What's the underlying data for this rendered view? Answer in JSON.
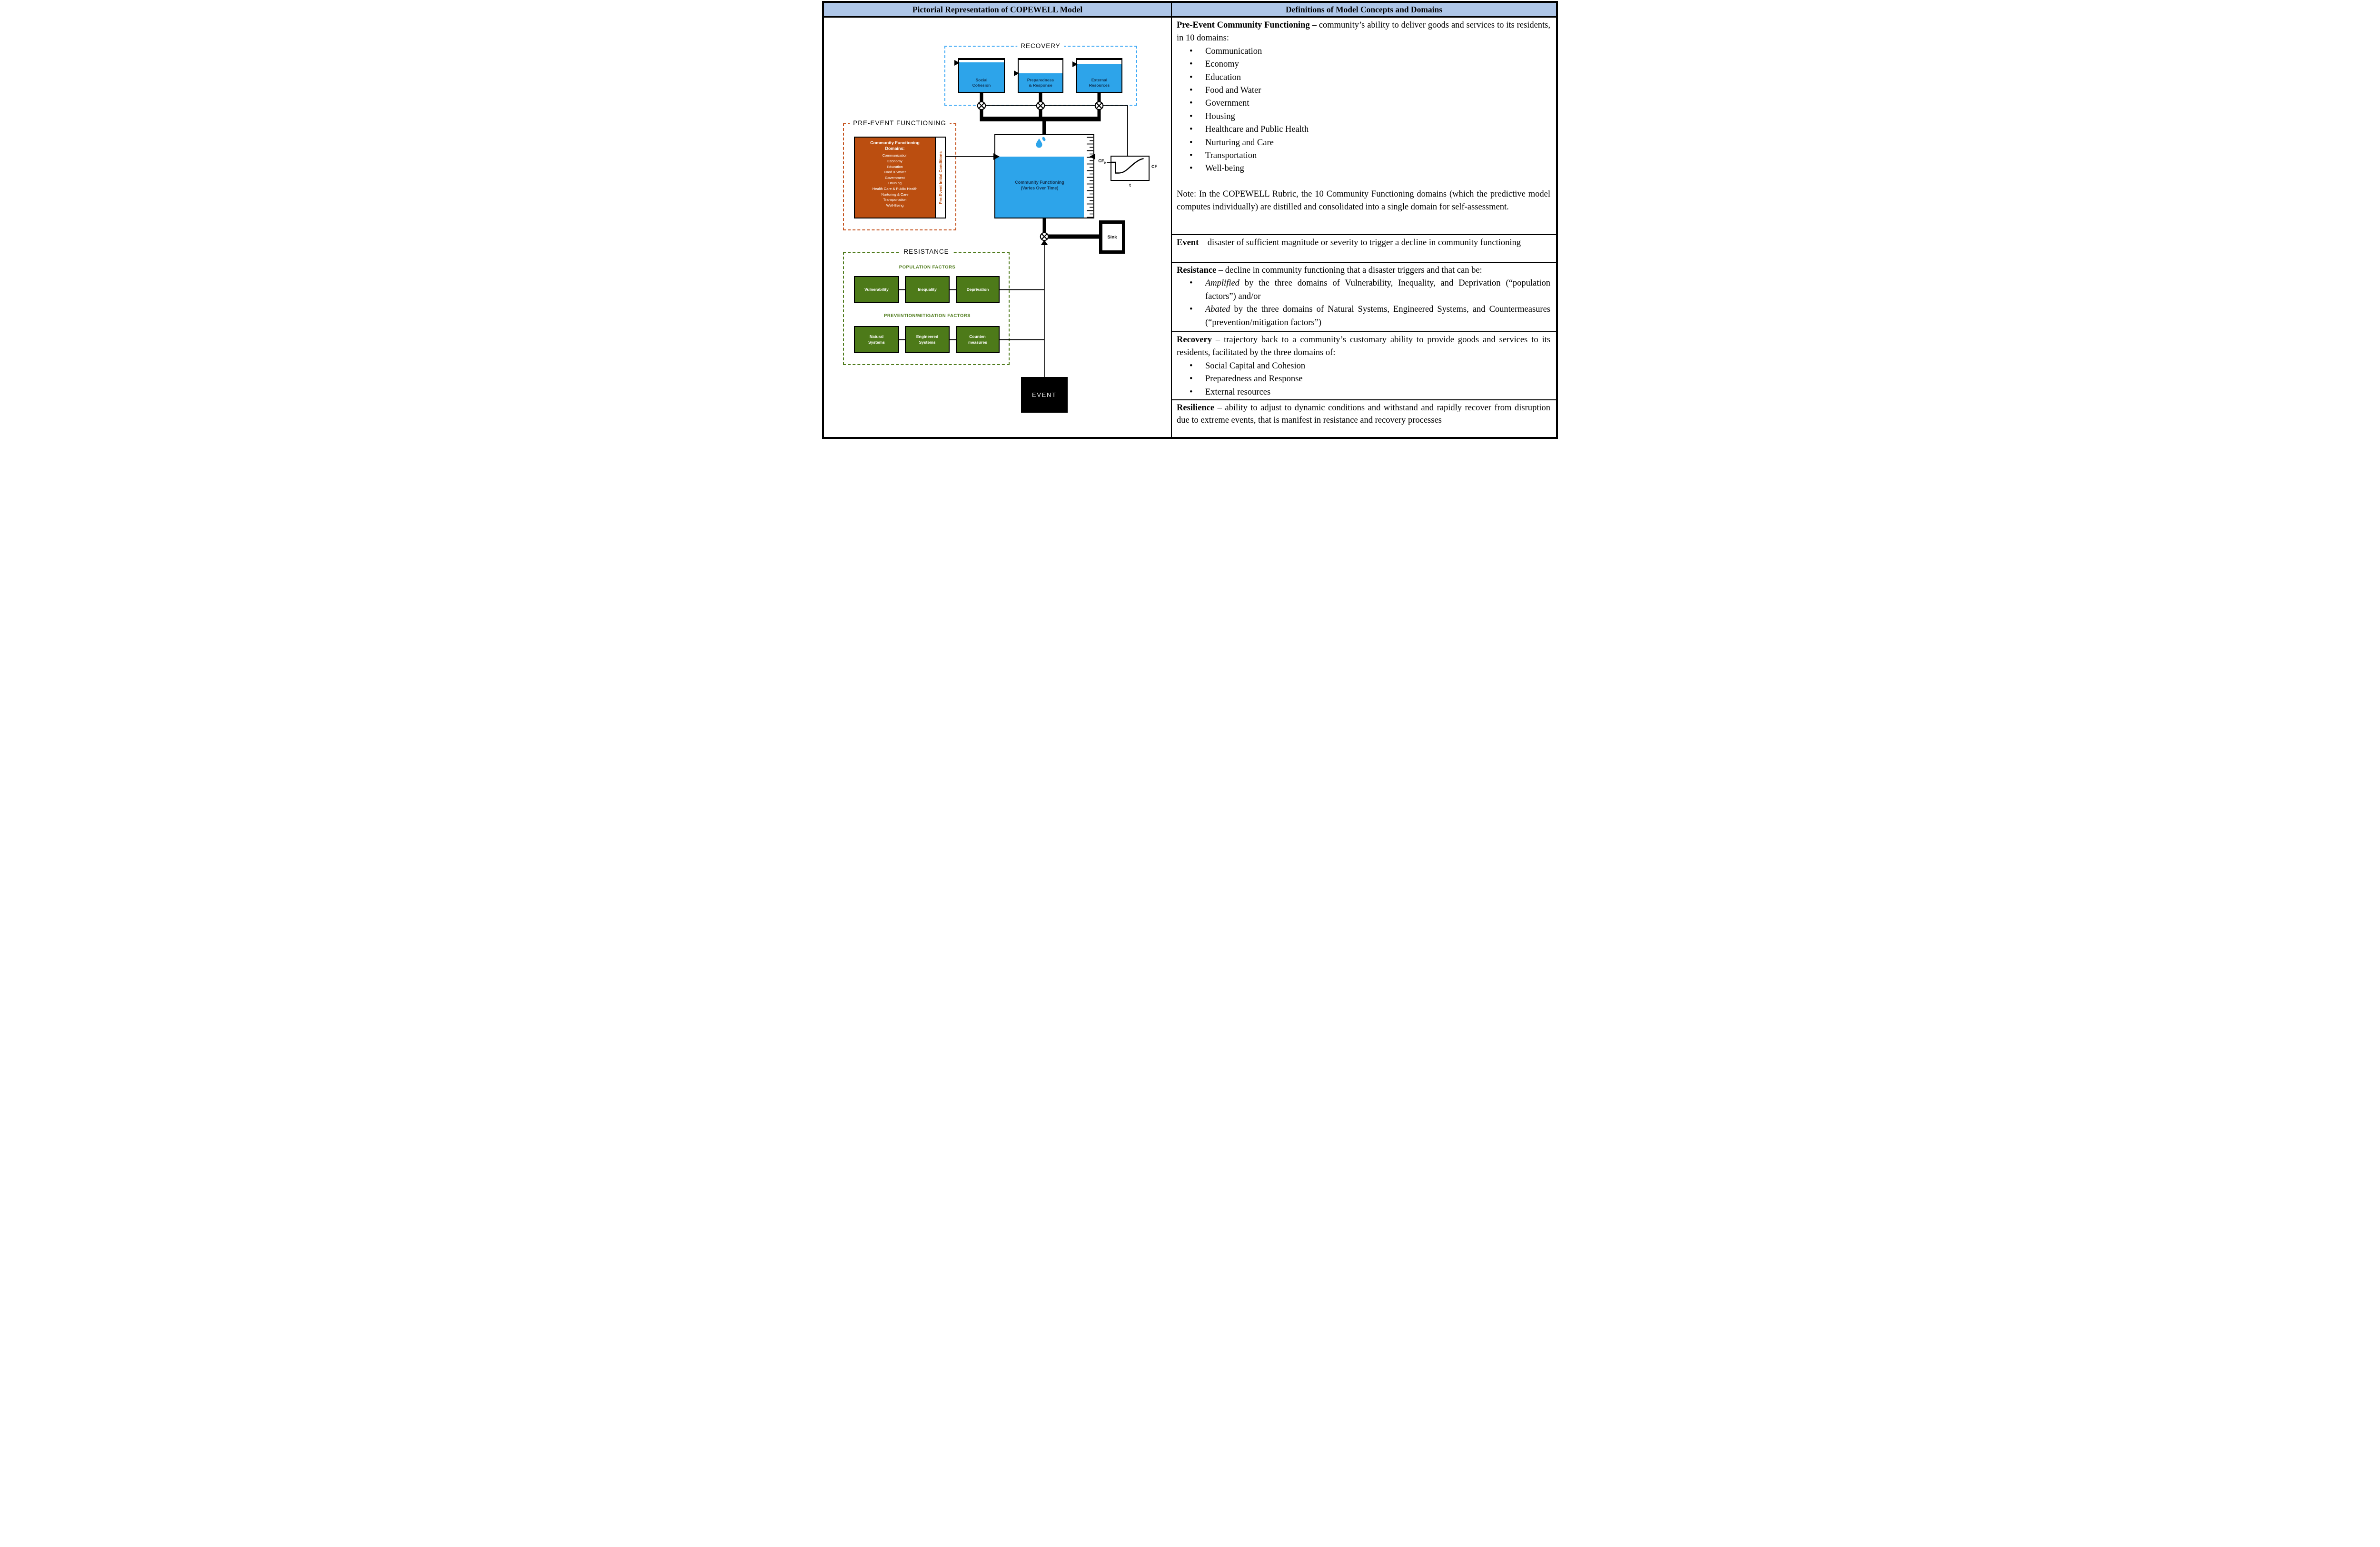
{
  "header": {
    "left": "Pictorial Representation of COPEWELL Model",
    "right": "Definitions of Model Concepts and Domains"
  },
  "colors": {
    "header_bg": "#aec6e8",
    "water_blue": "#2da4ea",
    "recovery_dash": "#3fa9f5",
    "orange_fill": "#bb4e10",
    "orange_dash": "#c4511c",
    "green_fill": "#4d7a19",
    "green_dash": "#4e7a1b",
    "navy_text": "#113456"
  },
  "diagram": {
    "recovery": {
      "label": "RECOVERY",
      "tanks": [
        {
          "label": "Social\nCohesion",
          "fill_percent": 92
        },
        {
          "label": "Preparedness\n& Response",
          "fill_percent": 58
        },
        {
          "label": "External\nResources",
          "fill_percent": 87
        }
      ]
    },
    "pre_event": {
      "label": "PRE-EVENT FUNCTIONING",
      "box_title": "Community Functioning\nDomains:",
      "domains": [
        "Communication",
        "Economy",
        "Education",
        "Food & Water",
        "Government",
        "Housing",
        "Health Care & Public Health",
        "Nurturing & Care",
        "Transportation",
        "Well-Being"
      ],
      "side_label": "Pre-Event Initial Conditions"
    },
    "central_tank": {
      "label_line1": "Community Functioning",
      "label_line2": "(Varies Over Time)",
      "fill_percent": 74
    },
    "graph": {
      "y_label": "CF",
      "y_label_sub": "0",
      "right_label": "CF",
      "x_label": "t"
    },
    "sink_label": "Sink",
    "event_label": "EVENT",
    "resistance": {
      "label": "RESISTANCE",
      "population_label": "POPULATION FACTORS",
      "population_boxes": [
        "Vulnerability",
        "Inequality",
        "Deprivation"
      ],
      "prevention_label": "PREVENTION/MITIGATION FACTORS",
      "prevention_boxes": [
        "Natural\nSystems",
        "Engineered\nSystems",
        "Counter-\nmeasures"
      ]
    }
  },
  "definitions": {
    "pre_event": {
      "term": "Pre-Event Community Functioning ",
      "text": "– community’s ability to deliver goods and services to its residents, in 10 domains:",
      "bullets": [
        "Communication",
        "Economy",
        "Education",
        "Food and Water",
        "Government",
        "Housing",
        "Healthcare and Public Health",
        "Nurturing and Care",
        "Transportation",
        "Well-being"
      ],
      "note": "Note: In the COPEWELL Rubric, the 10 Community Functioning domains (which the predictive model computes individually) are distilled and consolidated into a single domain for self-assessment."
    },
    "event": {
      "term": "Event ",
      "text": "– disaster of sufficient magnitude or severity to trigger a decline in community functioning"
    },
    "resistance": {
      "term": "Resistance ",
      "text": "– decline in community functioning that a disaster triggers and that can be:",
      "bullets": [
        {
          "lead": "Amplified ",
          "rest": "by the three domains of Vulnerability, Inequality, and Deprivation (“population factors”) and/or"
        },
        {
          "lead": "Abated ",
          "rest": "by the three domains of Natural Systems, Engineered Systems, and Countermeasures (“prevention/mitigation factors”)"
        }
      ]
    },
    "recovery": {
      "term": "Recovery ",
      "text": "– trajectory back to a community’s customary ability to provide goods and services to its residents, facilitated by the three domains of:",
      "bullets": [
        "Social Capital and Cohesion",
        "Preparedness and Response",
        "External resources"
      ]
    },
    "resilience": {
      "term": "Resilience ",
      "text": "– ability to adjust to dynamic conditions and withstand and rapidly recover from disruption due to extreme events, that is manifest in resistance and recovery processes"
    }
  }
}
